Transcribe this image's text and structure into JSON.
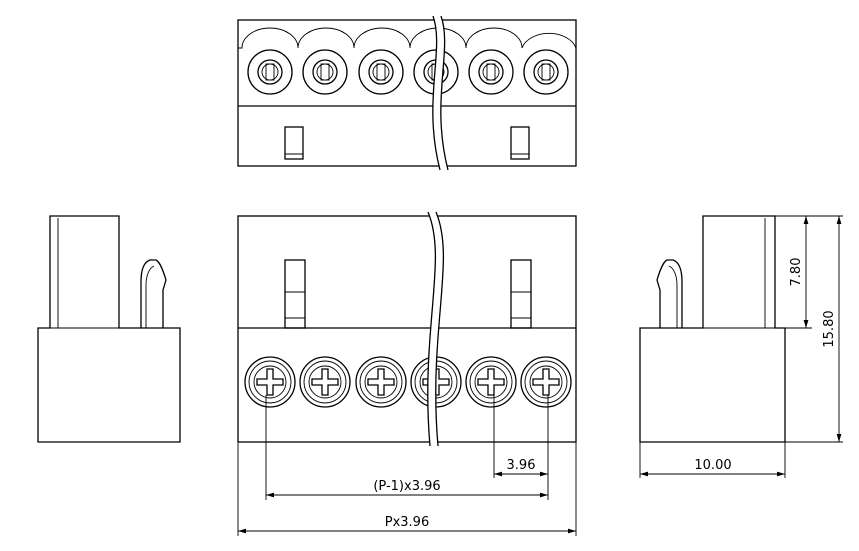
{
  "dimensions": {
    "pitch": "3.96",
    "span": "(P-1)x3.96",
    "total_length": "Px3.96",
    "depth": "10.00",
    "height_upper": "7.80",
    "height_total": "15.80"
  }
}
